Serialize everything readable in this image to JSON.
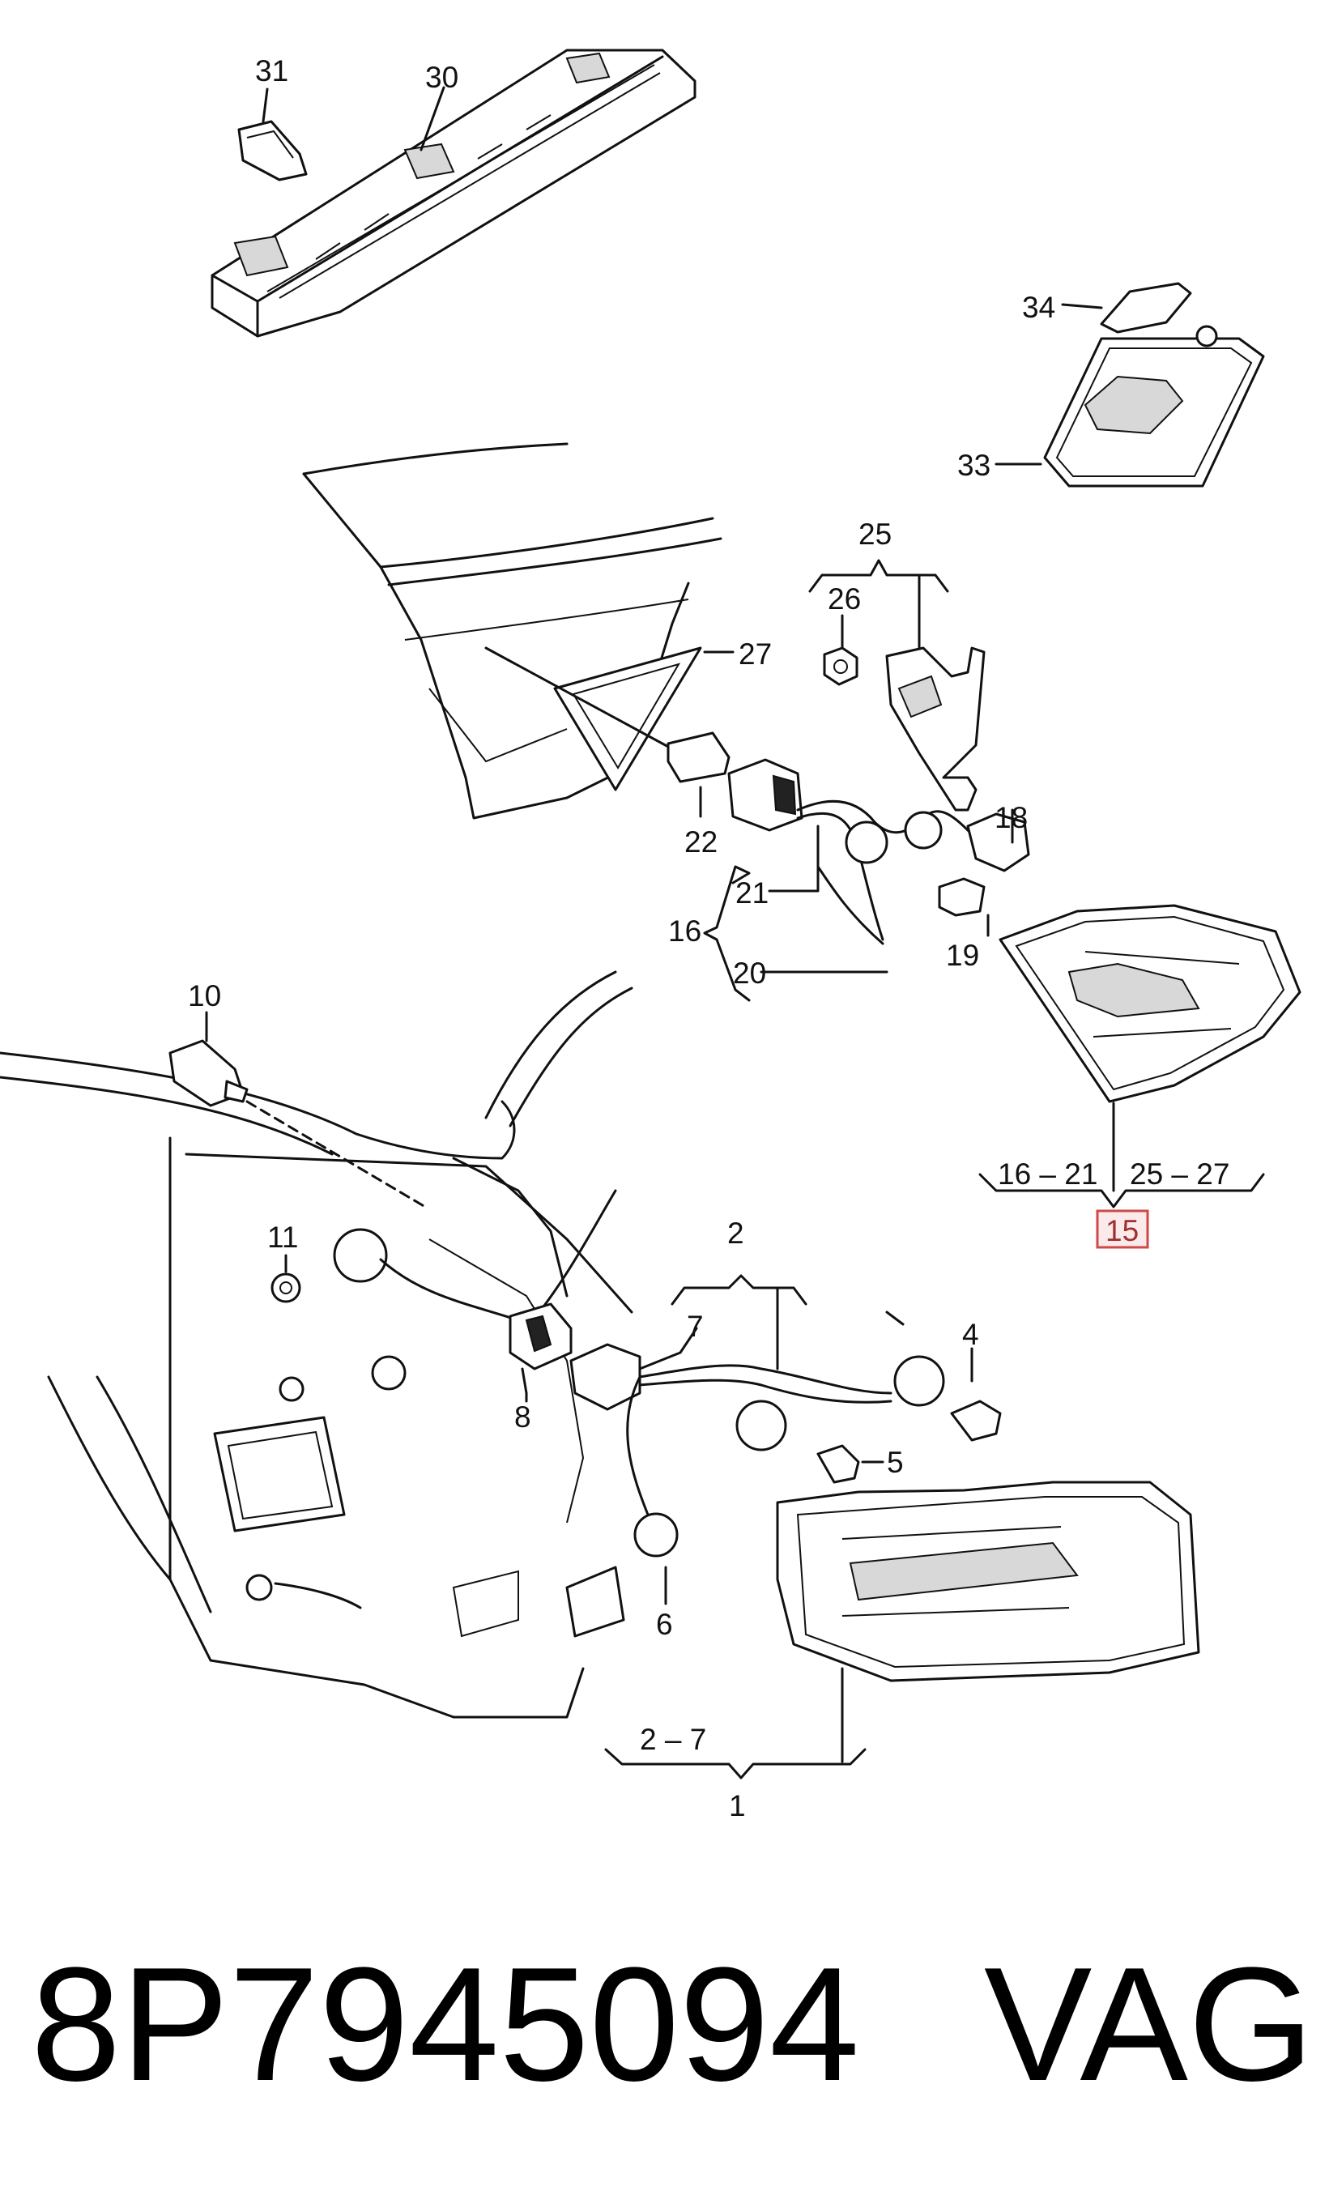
{
  "diagram": {
    "labels": {
      "c1": "1",
      "c2": "2",
      "c2_7": "2 – 7",
      "c4": "4",
      "c5": "5",
      "c6": "6",
      "c7": "7",
      "c8": "8",
      "c10": "10",
      "c11": "11",
      "c15": "15",
      "c16": "16",
      "c16_21": "16 – 21",
      "c18": "18",
      "c19": "19",
      "c20": "20",
      "c21": "21",
      "c22": "22",
      "c25": "25",
      "c25_27": "25 – 27",
      "c26": "26",
      "c27": "27",
      "c30": "30",
      "c31": "31",
      "c33": "33",
      "c34": "34"
    },
    "highlight_color": "#d04848"
  },
  "footer": {
    "part_number": "8P7945094",
    "brand": "VAG"
  }
}
